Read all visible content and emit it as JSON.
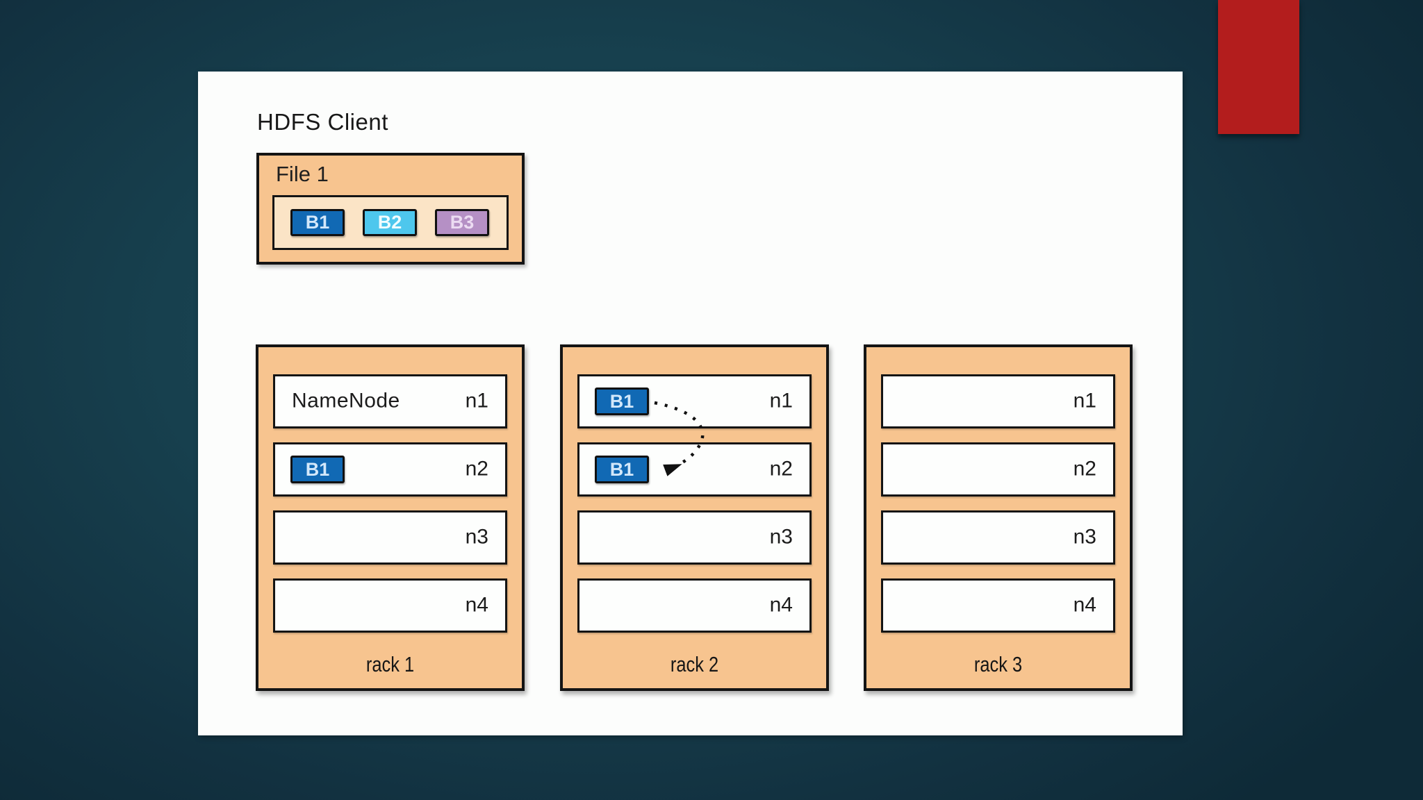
{
  "slide": {
    "background_color": "#17404e",
    "accent_bar_color": "#b31d1d",
    "panel_color": "#fcfdfc"
  },
  "diagram": {
    "client": {
      "title": "HDFS Client",
      "file": {
        "label": "File 1",
        "blocks": [
          {
            "label": "B1",
            "color": "#1169b4"
          },
          {
            "label": "B2",
            "color": "#4ec7ed"
          },
          {
            "label": "B3",
            "color": "#b590c5"
          }
        ]
      }
    },
    "racks": [
      {
        "label": "rack 1",
        "nodes": [
          {
            "name": "n1",
            "text": "NameNode"
          },
          {
            "name": "n2",
            "block": "B1"
          },
          {
            "name": "n3"
          },
          {
            "name": "n4"
          }
        ]
      },
      {
        "label": "rack 2",
        "nodes": [
          {
            "name": "n1",
            "block": "B1"
          },
          {
            "name": "n2",
            "block": "B1"
          },
          {
            "name": "n3"
          },
          {
            "name": "n4"
          }
        ],
        "arrow": {
          "from": "n1 B1",
          "to": "n2 B1",
          "style": "dotted-curve"
        }
      },
      {
        "label": "rack 3",
        "nodes": [
          {
            "name": "n1"
          },
          {
            "name": "n2"
          },
          {
            "name": "n3"
          },
          {
            "name": "n4"
          }
        ]
      }
    ],
    "colors": {
      "rack_fill": "#f7c48f",
      "file_inner_fill": "#fbe4c6",
      "node_fill": "#fdfefd",
      "border": "#141414"
    }
  }
}
